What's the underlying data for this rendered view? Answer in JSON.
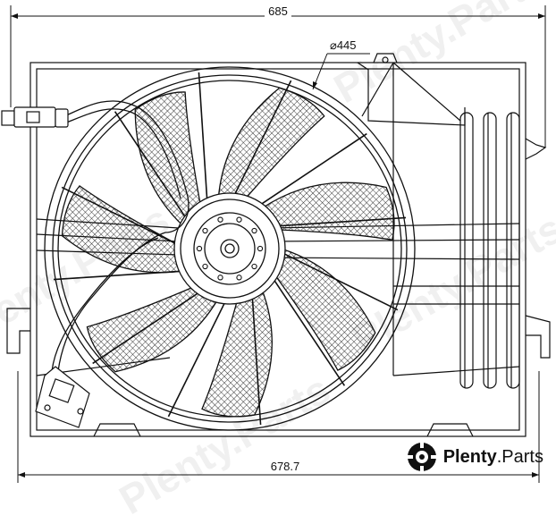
{
  "dimensions": {
    "top_width": "685",
    "bottom_width": "678.7",
    "fan_diameter": "⌀445"
  },
  "brand": {
    "name": "Plenty",
    "suffix": ".Parts",
    "logo_icon": "plenty-gear-logo-icon"
  },
  "watermark": {
    "text": "Plenty.Parts"
  },
  "fan": {
    "blade_count": 7
  },
  "colors": {
    "line": "#111111",
    "hatch": "#222222",
    "watermark": "#000000"
  }
}
